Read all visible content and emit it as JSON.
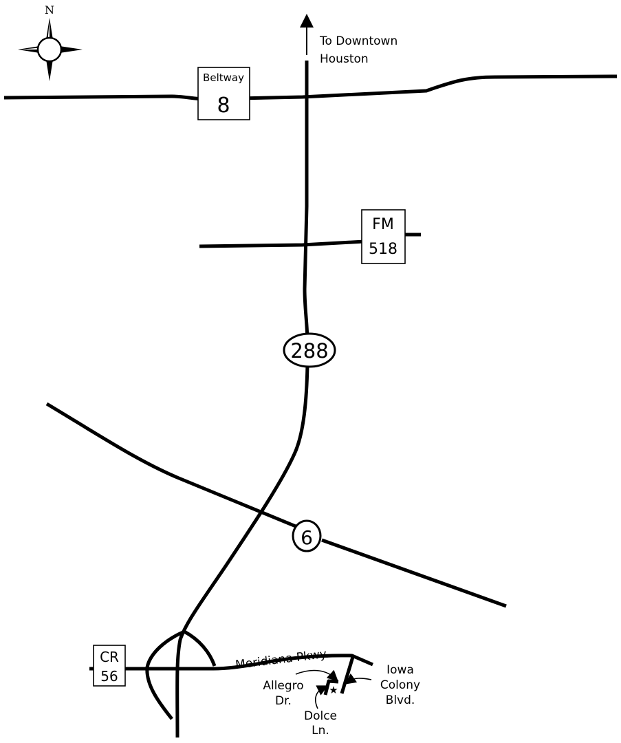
{
  "compass": {
    "north_letter": "N"
  },
  "destination": {
    "line1": "To Downtown",
    "line2": "Houston"
  },
  "beltway": {
    "name": "Beltway",
    "number": "8"
  },
  "fm518": {
    "line1": "FM",
    "line2": "518"
  },
  "hwy288": {
    "number": "288"
  },
  "hwy6": {
    "number": "6"
  },
  "cr56": {
    "line1": "CR",
    "line2": "56"
  },
  "meridiana": {
    "name": "Meridiana Pkwy."
  },
  "allegro": {
    "line1": "Allegro",
    "line2": "Dr."
  },
  "dolce": {
    "line1": "Dolce",
    "line2": "Ln."
  },
  "iowa_colony": {
    "line1": "Iowa",
    "line2": "Colony",
    "line3": "Blvd."
  },
  "location_marker": {
    "icon": "star-icon",
    "symbol": "★"
  }
}
